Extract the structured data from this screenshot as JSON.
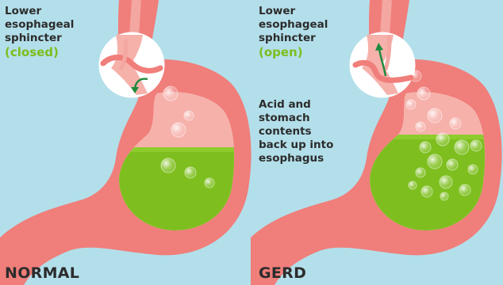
{
  "normal": {
    "label_lines": [
      "Lower",
      "esophageal",
      "sphincter"
    ],
    "state": "(closed)",
    "caption": "NORMAL"
  },
  "gerd": {
    "label_lines": [
      "Lower",
      "esophageal",
      "sphincter"
    ],
    "state": "(open)",
    "note_lines": [
      "Acid and",
      "stomach",
      "contents",
      "back up into",
      "esophagus"
    ],
    "caption": "GERD"
  },
  "colors": {
    "background": "#b3dfea",
    "stomach_wall": "#f07e7a",
    "stomach_lining": "#f4a7a1",
    "stomach_acid": "#7ebf1f",
    "state_text": "#7cbd1e",
    "arrow": "#1b8a3c"
  },
  "icons": [
    "curved-arrow-down-icon",
    "curved-arrow-up-icon",
    "bubble-icon"
  ]
}
